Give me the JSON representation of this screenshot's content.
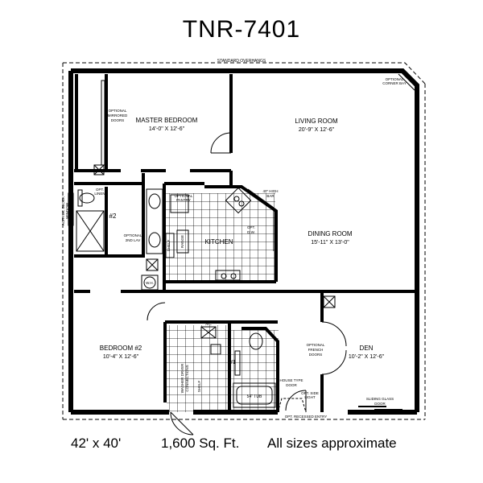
{
  "title": "TNR-7401",
  "footer": {
    "dimensions": "42' x 40'",
    "area": "1,600 Sq. Ft.",
    "note": "All sizes approximate"
  },
  "rooms": {
    "master_bedroom": {
      "name": "MASTER BEDROOM",
      "size": "14'-0\" X 12'-6\""
    },
    "living_room": {
      "name": "LIVING ROOM",
      "size": "20'-9\" X 12'-6\""
    },
    "dining_room": {
      "name": "DINING ROOM",
      "size": "15'-11\" X 13'-0\""
    },
    "kitchen": {
      "name": "KITCHEN"
    },
    "bedroom2": {
      "name": "BEDROOM #2",
      "size": "10'-4\" X 12'-6\""
    },
    "den": {
      "name": "DEN",
      "size": "10'-2\" X 12'-6\""
    },
    "bath2": {
      "name": "#2"
    },
    "bath1": {
      "name": "#1"
    }
  },
  "notes": {
    "standard_overhangs": "STANDARD OVERHANGS",
    "optional_corner_bay_1": "OPTIONAL",
    "optional_corner_bay_2": "CORNER BAY",
    "optional_mirrored_doors_1": "OPTIONAL",
    "optional_mirrored_doors_2": "MIRRORED",
    "optional_mirrored_doors_3": "DOORS",
    "opt_linen_1": "OPT.",
    "opt_linen_2": "LINEN",
    "optional_pantry_1": "OPTIONAL",
    "optional_pantry_2": "PANTRY",
    "high_bar_1": "40\" HIGH",
    "high_bar_2": "BAR",
    "opt_dw_1": "OPT.",
    "opt_dw_2": "D.W.",
    "optional_2nd_lav_1": "OPTIONAL",
    "optional_2nd_lav_2": "2ND LAV",
    "acrylic_block_window_1": "ACRYLIC BLOCK",
    "acrylic_block_window_2": "WINDOW",
    "shelf": "SHELF",
    "range": "RANGE",
    "wh": "W.H.",
    "ac": "A/C",
    "washer_dryer_1": "WASHER DRYER",
    "washer_dryer_2": "CONNECTIONS",
    "shelf2": "SHELF",
    "tub": "54\" TUB",
    "house_type_door_1": "HOUSE TYPE",
    "house_type_door_2": "DOOR",
    "opt_side_light_1": "OPT. SIDE",
    "opt_side_light_2": "LIGHT",
    "opt_recessed_entry": "OPT. RECESSED ENTRY",
    "optional_french_doors_1": "OPTIONAL",
    "optional_french_doors_2": "FRENCH",
    "optional_french_doors_3": "DOORS",
    "sliding_glass_door_1": "SLIDING GLASS",
    "sliding_glass_door_2": "DOOR"
  }
}
